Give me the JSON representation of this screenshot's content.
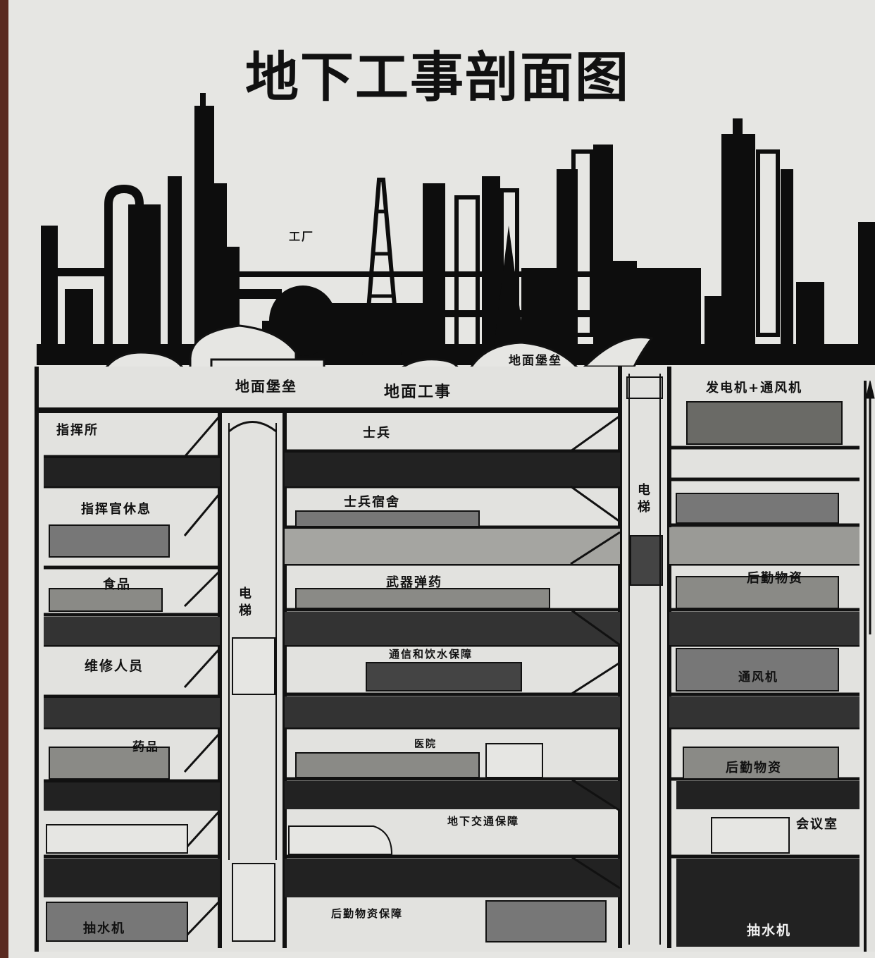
{
  "title": "地下工事剖面图",
  "labels": {
    "factory": "工厂",
    "ground_bunker_1": "地面堡垒",
    "ground_bunker_2": "地面堡垒",
    "ground_works": "地面工事",
    "generator_ventilator": "发电机+通风机",
    "command_post": "指挥所",
    "soldiers": "士兵",
    "commander_rest": "指挥官休息",
    "soldier_dormitory": "士兵宿舍",
    "food": "食品",
    "weapons_ammo": "武器弹药",
    "logistics_supplies_1": "后勤物资",
    "maintenance_staff": "维修人员",
    "comms_water": "通信和饮水保障",
    "ventilator": "通风机",
    "medicine": "药品",
    "hospital": "医院",
    "logistics_supplies_2": "后勤物资",
    "underground_transport": "地下交通保障",
    "meeting_room": "会议室",
    "pump_left": "抽水机",
    "logistics_support": "后勤物资保障",
    "pump_right": "抽水机",
    "elevator_left": "电梯",
    "elevator_right": "电梯"
  }
}
